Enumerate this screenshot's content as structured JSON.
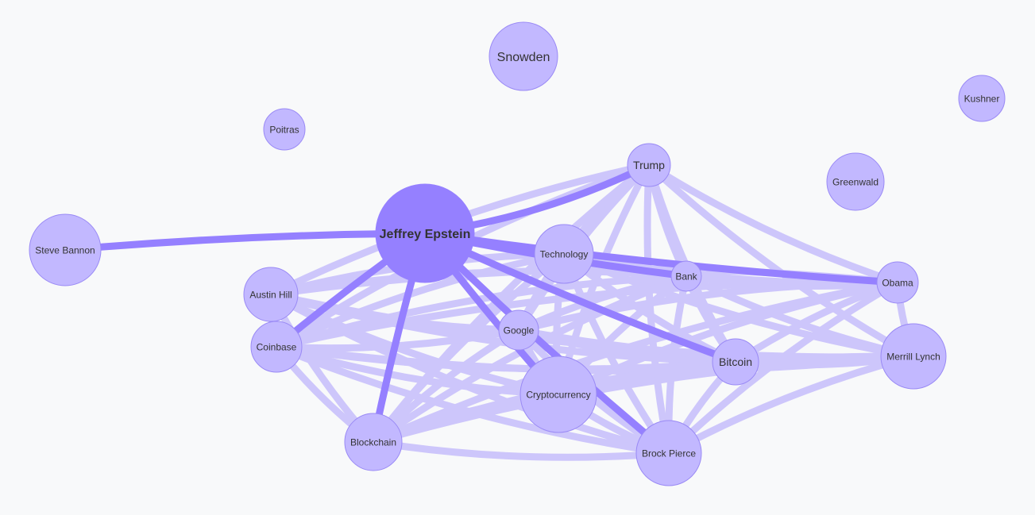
{
  "graph": {
    "nodes": [
      {
        "id": "snowden",
        "label": "Snowden",
        "weight": 3
      },
      {
        "id": "kushner",
        "label": "Kushner",
        "weight": 2
      },
      {
        "id": "poitras",
        "label": "Poitras",
        "weight": 2
      },
      {
        "id": "trump",
        "label": "Trump",
        "weight": 2
      },
      {
        "id": "greenwald",
        "label": "Greenwald",
        "weight": 3
      },
      {
        "id": "bannon",
        "label": "Steve Bannon",
        "weight": 3
      },
      {
        "id": "epstein",
        "label": "Jeffrey Epstein",
        "weight": 5,
        "highlight": true
      },
      {
        "id": "technology",
        "label": "Technology",
        "weight": 3
      },
      {
        "id": "bank",
        "label": "Bank",
        "weight": 1
      },
      {
        "id": "obama",
        "label": "Obama",
        "weight": 2
      },
      {
        "id": "austinhill",
        "label": "Austin Hill",
        "weight": 3
      },
      {
        "id": "coinbase",
        "label": "Coinbase",
        "weight": 3
      },
      {
        "id": "google",
        "label": "Google",
        "weight": 2
      },
      {
        "id": "bitcoin",
        "label": "Bitcoin",
        "weight": 2
      },
      {
        "id": "merrilllynch",
        "label": "Merrill Lynch",
        "weight": 3
      },
      {
        "id": "cryptocurrency",
        "label": "Cryptocurrency",
        "weight": 4
      },
      {
        "id": "blockchain",
        "label": "Blockchain",
        "weight": 3
      },
      {
        "id": "brockpierce",
        "label": "Brock Pierce",
        "weight": 3
      }
    ],
    "strong_edges": [
      [
        "epstein",
        "bannon"
      ],
      [
        "epstein",
        "trump"
      ],
      [
        "epstein",
        "obama"
      ],
      [
        "epstein",
        "bank"
      ],
      [
        "epstein",
        "bitcoin"
      ],
      [
        "epstein",
        "brockpierce"
      ],
      [
        "epstein",
        "blockchain"
      ],
      [
        "epstein",
        "coinbase"
      ],
      [
        "epstein",
        "cryptocurrency"
      ],
      [
        "epstein",
        "technology"
      ]
    ],
    "cluster": [
      "trump",
      "technology",
      "bank",
      "obama",
      "austinhill",
      "coinbase",
      "google",
      "bitcoin",
      "merrilllynch",
      "cryptocurrency",
      "blockchain",
      "brockpierce"
    ],
    "colors": {
      "background": "#f8f9fa",
      "node": "#c2b8ff",
      "node_stroke": "#9a8af5",
      "highlight": "#9580ff",
      "strong_edge": "#9580ff",
      "weak_edge": "#cdc6fb"
    }
  }
}
